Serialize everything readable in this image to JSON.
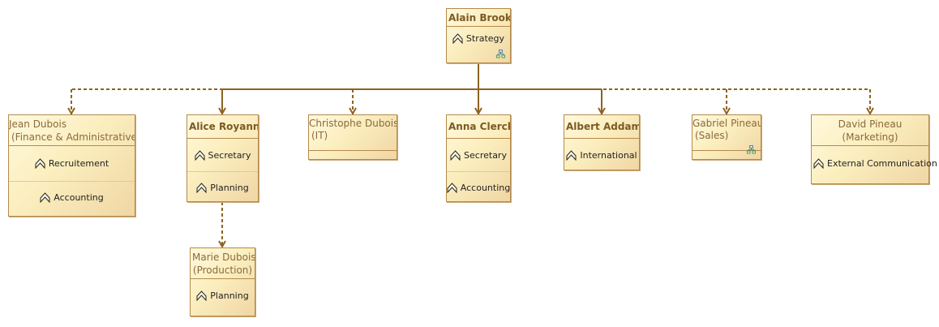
{
  "diagram": {
    "nodes": [
      {
        "id": "alain",
        "name": "Alain Brooks",
        "roles": [
          "Strategy"
        ],
        "has_org_icon": true
      },
      {
        "id": "jean",
        "name": "Jean Dubois",
        "subtitle": "(Finance & Administrative)",
        "roles": [
          "Recruitement",
          "Accounting"
        ]
      },
      {
        "id": "alice",
        "name": "Alice Royanne",
        "roles": [
          "Secretary",
          "Planning"
        ]
      },
      {
        "id": "christophe",
        "name": "Christophe Dubois",
        "subtitle": "(IT)",
        "roles": []
      },
      {
        "id": "anna",
        "name": "Anna Clerck",
        "roles": [
          "Secretary",
          "Accounting"
        ]
      },
      {
        "id": "albert",
        "name": "Albert Addams",
        "roles": [
          "International"
        ]
      },
      {
        "id": "gabriel",
        "name": "Gabriel Pineau",
        "subtitle": "(Sales)",
        "roles": [],
        "has_org_icon": true
      },
      {
        "id": "david",
        "name": "David Pineau",
        "subtitle": "(Marketing)",
        "roles": [
          "External Communication"
        ]
      },
      {
        "id": "marie",
        "name": "Marie Dubois",
        "subtitle": "(Production)",
        "roles": [
          "Planning"
        ]
      }
    ],
    "edges": [
      {
        "from": "alain",
        "to": "jean",
        "style": "dashed"
      },
      {
        "from": "alain",
        "to": "alice",
        "style": "solid"
      },
      {
        "from": "alain",
        "to": "christophe",
        "style": "dashed"
      },
      {
        "from": "alain",
        "to": "anna",
        "style": "solid"
      },
      {
        "from": "alain",
        "to": "albert",
        "style": "solid"
      },
      {
        "from": "alain",
        "to": "gabriel",
        "style": "dashed"
      },
      {
        "from": "alain",
        "to": "david",
        "style": "dashed"
      },
      {
        "from": "alice",
        "to": "marie",
        "style": "dashed"
      }
    ],
    "colors": {
      "edge": "#8b6420",
      "node_border": "#b58a4c",
      "bold_title": "#7c5a24",
      "light_title": "#8a6a3e",
      "org_icon": "#2e6ea6"
    },
    "icons": {
      "role": "chevron-up-role-icon",
      "org": "org-chart-icon"
    }
  }
}
